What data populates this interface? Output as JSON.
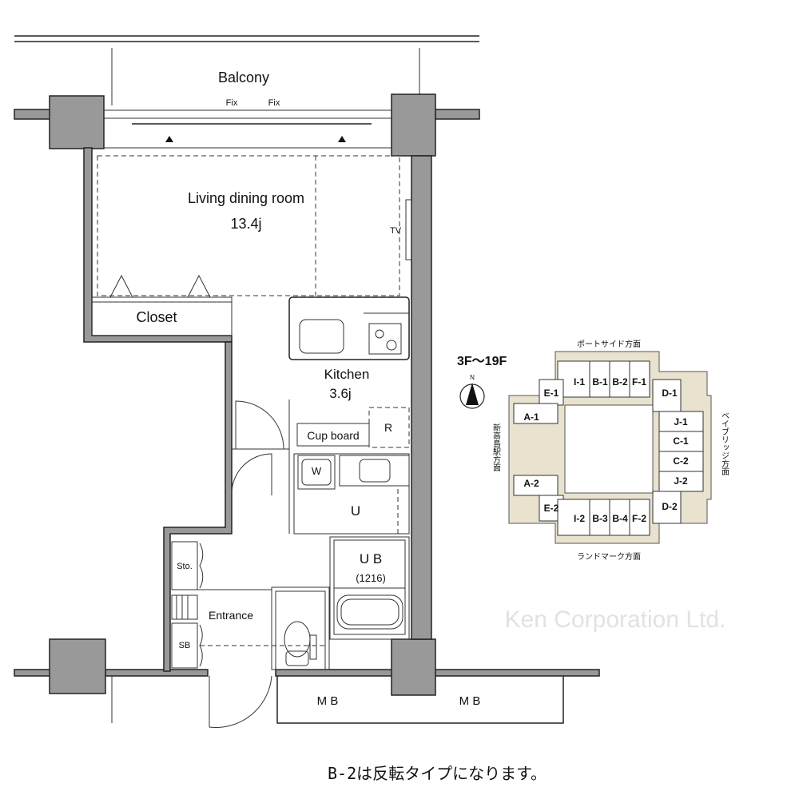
{
  "rooms": {
    "balcony": "Balcony",
    "fix_left": "Fix",
    "fix_right": "Fix",
    "living_name": "Living dining room",
    "living_size": "13.4j",
    "tv": "TV",
    "closet": "Closet",
    "kitchen_name": "Kitchen",
    "kitchen_size": "3.6j",
    "cupboard": "Cup board",
    "refrigerator": "R",
    "washer": "W",
    "utility": "U",
    "unit_bath": "U B",
    "unit_bath_size": "(1216)",
    "storage": "Sto.",
    "entrance": "Entrance",
    "shoe_box": "SB",
    "mb_left": "M B",
    "mb_right": "M B"
  },
  "watermark": "Ken Corporation Ltd.",
  "key_plan": {
    "floors": "3F～19F",
    "north": "N",
    "dir_top": "ポートサイド方面",
    "dir_bottom": "ランドマーク方面",
    "dir_left": "新高島駅方面",
    "dir_right": "ベイブリッジ方面",
    "units": [
      "I-1",
      "B-1",
      "B-2",
      "F-1",
      "E-1",
      "D-1",
      "A-1",
      "J-1",
      "C-1",
      "C-2",
      "J-2",
      "A-2",
      "D-2",
      "E-2",
      "I-2",
      "B-3",
      "B-4",
      "F-2"
    ]
  },
  "note": "B-2は反転タイプになります。"
}
